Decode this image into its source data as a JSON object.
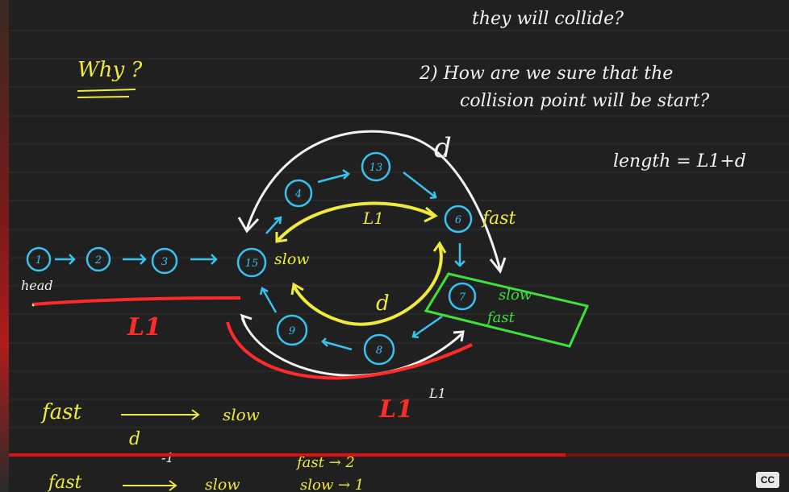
{
  "video": {
    "progress_fraction": 0.714,
    "cc_label": "CC"
  },
  "board": {
    "top_line1": "they will collide?",
    "why": "Why ?",
    "question2_line1": "2) How are we sure that the",
    "question2_line2": "collision point will be start?",
    "d_top": "d",
    "length_eq": "length = L1+d",
    "fast_label": "fast",
    "slow_label": "slow",
    "head_label": "head",
    "L1_inner": "L1",
    "d_inner": "d",
    "L1_red": "L1",
    "L1_bottom": "L1",
    "L1_superscript": "L1",
    "box_slow": "slow",
    "box_fast": "fast",
    "bottom_fast1": "fast",
    "bottom_slow1": "slow",
    "bottom_d": "d",
    "bottom_minus1": "-1",
    "bottom_fast_eq": "fast → 2",
    "bottom_fast2": "fast",
    "bottom_slow2": "slow",
    "bottom_slow_eq": "slow → 1"
  },
  "nodes": [
    {
      "id": "1"
    },
    {
      "id": "2"
    },
    {
      "id": "3"
    },
    {
      "id": "15"
    },
    {
      "id": "4"
    },
    {
      "id": "13"
    },
    {
      "id": "6"
    },
    {
      "id": "7"
    },
    {
      "id": "8"
    },
    {
      "id": "9"
    }
  ],
  "colors": {
    "board": "#202020",
    "chalk": "#f2f2f2",
    "yellow": "#f0ea3a",
    "cyan": "#37c3ef",
    "red": "#ff2a2a",
    "green": "#3ee03a",
    "progress": "#e01010"
  }
}
